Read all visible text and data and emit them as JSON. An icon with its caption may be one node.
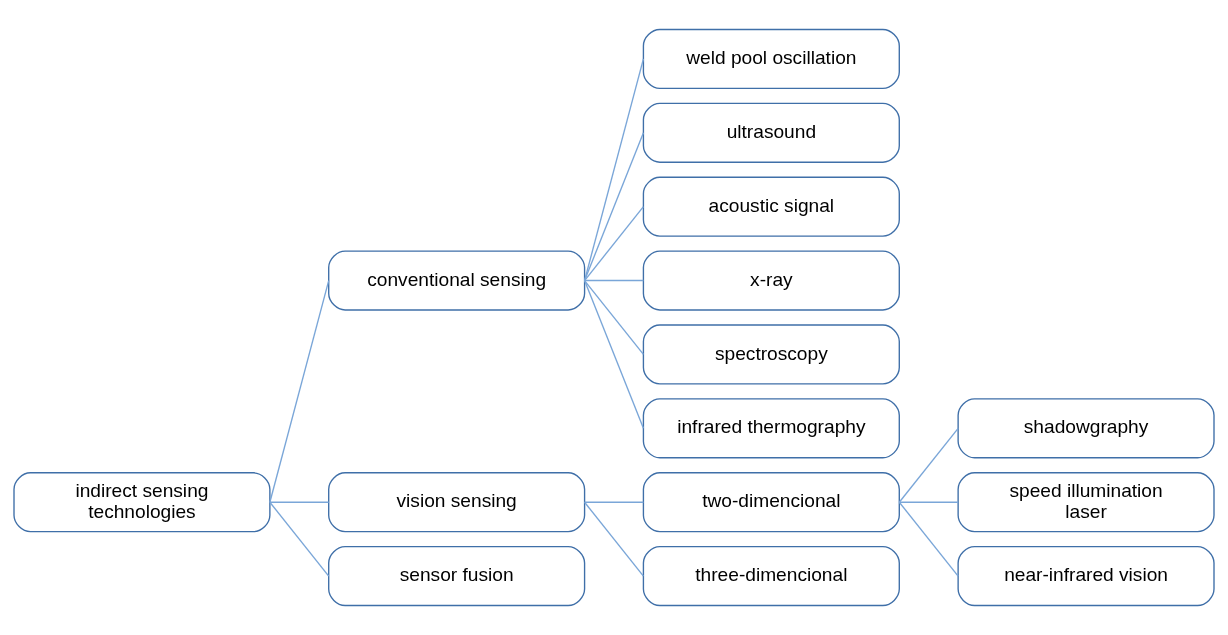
{
  "diagram": {
    "nodes": [
      {
        "text": [
          "indirect sensing technologies"
        ]
      },
      {
        "text": [
          "conventional sensing"
        ]
      },
      {
        "text": [
          "weld pool oscillation"
        ]
      },
      {
        "text": [
          "ultrasound"
        ]
      },
      {
        "text": [
          "acoustic signal"
        ]
      },
      {
        "text": [
          "x-ray"
        ]
      },
      {
        "text": [
          "spectroscopy"
        ]
      },
      {
        "text": [
          "infrared thermography"
        ]
      },
      {
        "text": [
          "vision sensing"
        ]
      },
      {
        "text": [
          "two-dimencional"
        ]
      },
      {
        "text": [
          "shadowgraphy"
        ]
      },
      {
        "text": [
          "speed illumination laser"
        ]
      },
      {
        "text": [
          "near-infrared vision"
        ]
      },
      {
        "text": [
          "three-dimencional"
        ]
      },
      {
        "text": [
          "sensor fusion"
        ]
      }
    ],
    "edges": [
      {
        "from": 0,
        "to": 1,
        "arrow": "none"
      },
      {
        "from": 0,
        "to": 8,
        "arrow": "none"
      },
      {
        "from": 0,
        "to": 14,
        "arrow": "none"
      },
      {
        "from": 1,
        "to": 2,
        "arrow": "none"
      },
      {
        "from": 1,
        "to": 3,
        "arrow": "none"
      },
      {
        "from": 1,
        "to": 4,
        "arrow": "none"
      },
      {
        "from": 1,
        "to": 5,
        "arrow": "none"
      },
      {
        "from": 1,
        "to": 6,
        "arrow": "none"
      },
      {
        "from": 1,
        "to": 7,
        "arrow": "none"
      },
      {
        "from": 8,
        "to": 9,
        "arrow": "none"
      },
      {
        "from": 8,
        "to": 13,
        "arrow": "none"
      },
      {
        "from": 9,
        "to": 10,
        "arrow": "none"
      },
      {
        "from": 9,
        "to": 11,
        "arrow": "none"
      },
      {
        "from": 9,
        "to": 12,
        "arrow": "none"
      }
    ]
  }
}
